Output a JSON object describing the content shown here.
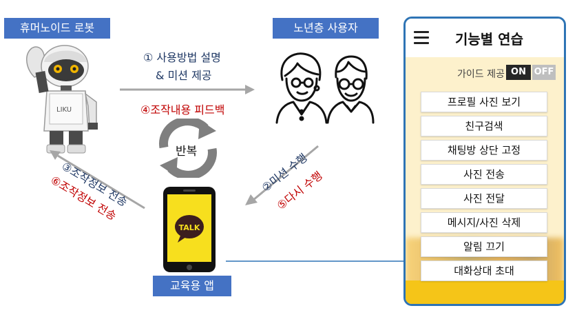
{
  "robot_label": "휴머노이드 로봇",
  "user_label": "노년층 사용자",
  "app_label": "교육용 앱",
  "robot_chest_text": "LIKU",
  "arrow_top_line1": "① 사용방법 설명",
  "arrow_top_line2": "& 미션 제공",
  "feedback_text": "④조작내용 피드백",
  "repeat_text": "반복",
  "left_blue_text": "③조작정보 전송",
  "left_red_text": "⑥조작정보 전송",
  "right_blue_text": "②미션 수행",
  "right_red_text": "⑤다시 수행",
  "talk_logo_text": "TALK",
  "phone": {
    "title": "기능별 연습",
    "guide_label": "가이드 제공",
    "toggle_on": "ON",
    "toggle_off": "OFF",
    "menu_items": [
      "프로필 사진 보기",
      "친구검색",
      "채팅방 상단 고정",
      "사진 전송",
      "사진 전달",
      "메시지/사진 삭제",
      "알림 끄기",
      "대화상대 초대"
    ]
  },
  "colors": {
    "tag_blue": "#4472c4",
    "text_blue": "#1f3864",
    "text_red": "#c00000",
    "kakao_yellow": "#f5c518"
  }
}
